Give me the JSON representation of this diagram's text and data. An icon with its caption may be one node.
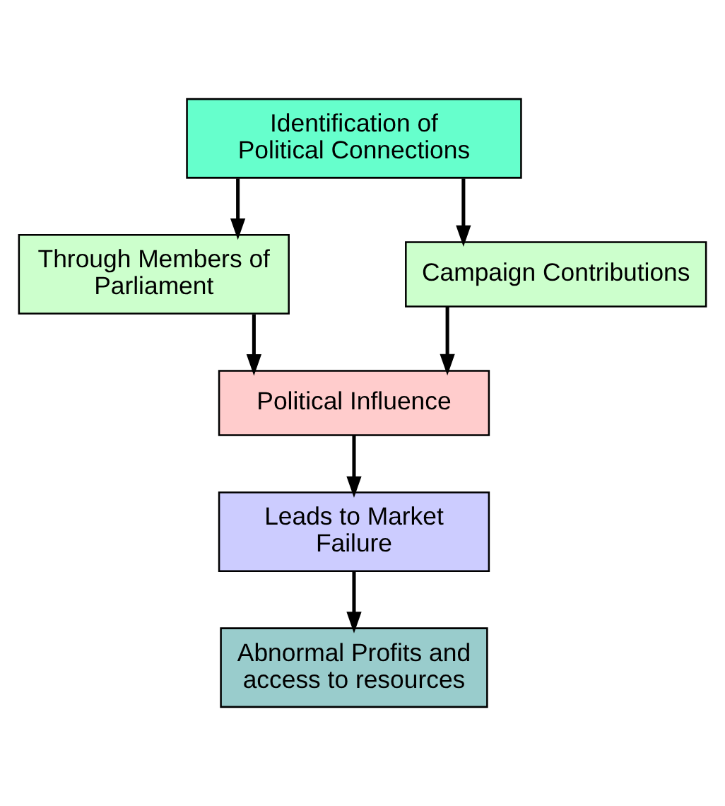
{
  "diagram": {
    "nodes": [
      {
        "text": [
          "Identification of Political Connections"
        ]
      },
      {
        "text": [
          "Through Members of Parliament"
        ]
      },
      {
        "text": [
          "Campaign Contributions"
        ]
      },
      {
        "text": [
          "Political Influence"
        ]
      },
      {
        "text": [
          "Leads to Market Failure"
        ]
      },
      {
        "text": [
          "Abnormal Profits and access to resources"
        ]
      }
    ],
    "edges": [
      {
        "from": 0,
        "to": 1,
        "arrow": "to"
      },
      {
        "from": 0,
        "to": 2,
        "arrow": "to"
      },
      {
        "from": 1,
        "to": 3,
        "arrow": "to"
      },
      {
        "from": 2,
        "to": 3,
        "arrow": "to"
      },
      {
        "from": 3,
        "to": 4,
        "arrow": "to"
      },
      {
        "from": 4,
        "to": 5,
        "arrow": "to"
      }
    ]
  }
}
